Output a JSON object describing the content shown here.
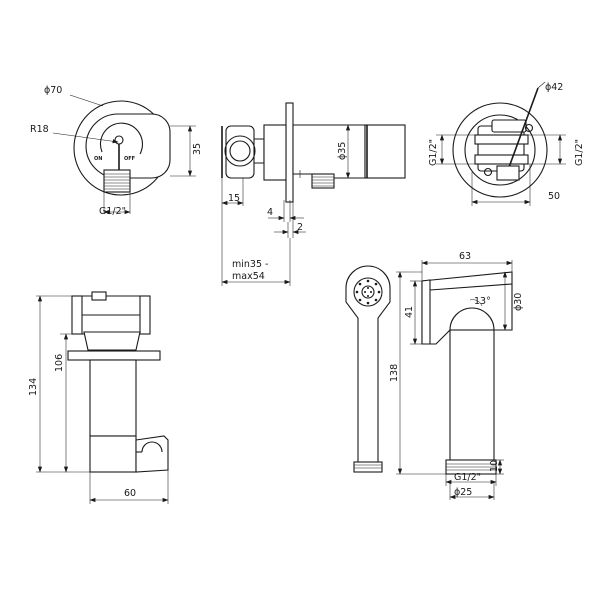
{
  "front_view": {
    "d70": "ɸ70",
    "r18": "R18",
    "h35": "35",
    "g12": "G1/2\"",
    "on": "ON",
    "off": "OFF"
  },
  "side_view": {
    "d35": "ɸ35",
    "w15": "15",
    "w4": "4",
    "w2": "2",
    "range_line1": "min35 -",
    "range_line2": "max54"
  },
  "rear_view": {
    "d42": "ɸ42",
    "g12_left": "G1/2\"",
    "g12_right": "G1/2\"",
    "w50": "50"
  },
  "holder_view": {
    "h134": "134",
    "h106": "106",
    "w60": "60"
  },
  "spray_view": {
    "w63": "63",
    "h41": "41",
    "d30": "ɸ30",
    "h138": "138",
    "h10": "10",
    "g12": "G1/2\"",
    "d25": "ɸ25",
    "deg": "13°"
  }
}
